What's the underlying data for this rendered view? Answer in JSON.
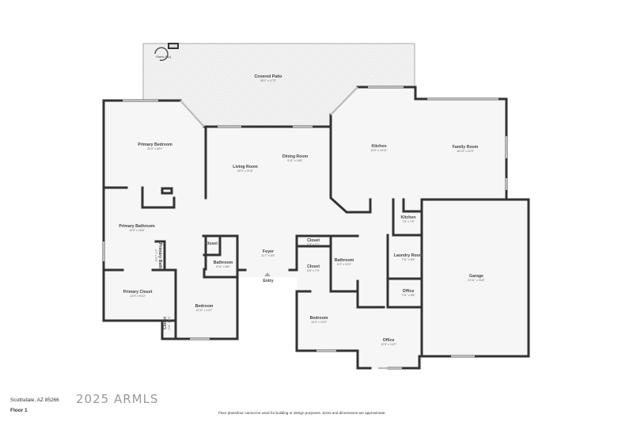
{
  "plan": {
    "rooms": [
      {
        "name": "Covered Patio",
        "dims": "55'1\" x 17'3\""
      },
      {
        "name": "Primary Bedroom",
        "dims": "20'4\" x 28'1\""
      },
      {
        "name": "Living Room",
        "dims": "20'0\" x 21'8\""
      },
      {
        "name": "Dining Room",
        "dims": "9'11\" x 18'6\""
      },
      {
        "name": "Kitchen",
        "dims": "19'0\" x 24'11\""
      },
      {
        "name": "Family Room",
        "dims": "16'10\" x 22'9\""
      },
      {
        "name": "Kitchen",
        "dims": "7'6\" x 7'6\""
      },
      {
        "name": "Primary Bathroom",
        "dims": "13'9\" x 16'8\""
      },
      {
        "name": "Primary Bath",
        "dims": "2'7\" x 5'6\""
      },
      {
        "name": "Closet",
        "dims": ""
      },
      {
        "name": "Bathroom",
        "dims": "6'11\" x 8'6\""
      },
      {
        "name": "Foyer",
        "dims": "11'7\" x 6'9\""
      },
      {
        "name": "Primary Closet",
        "dims": "13'9\" x 9'10\""
      },
      {
        "name": "Bedroom",
        "dims": "12'11\" x 13'7\""
      },
      {
        "name": "Closet",
        "dims": "1'11\" x 6'3\""
      },
      {
        "name": "Closet",
        "dims": "6'8\" x 2'1\""
      },
      {
        "name": "Closet",
        "dims": "6'8\" x 7'9\""
      },
      {
        "name": "Bathroom",
        "dims": "5'2\" x 10'3\""
      },
      {
        "name": "Laundry Room",
        "dims": "7'11\" x 8'6\""
      },
      {
        "name": "Office",
        "dims": "7'11\" x 5'6\""
      },
      {
        "name": "Garage",
        "dims": "21'11\" x 31'8\""
      },
      {
        "name": "Bedroom",
        "dims": "12'3\" x 12'6\""
      },
      {
        "name": "Office",
        "dims": "12'5\" x 14'2\""
      }
    ],
    "stairs_label": "Stairs (Up)",
    "entry_label": "Entry"
  },
  "footer": {
    "address": "Scottsdale, AZ 85266",
    "floor": "Floor 1",
    "disclaimer": "Floor plans/tour cannot be used for building or design purposes. Sizes and dimensions are approximate.",
    "watermark": "2025 ARMLS"
  }
}
